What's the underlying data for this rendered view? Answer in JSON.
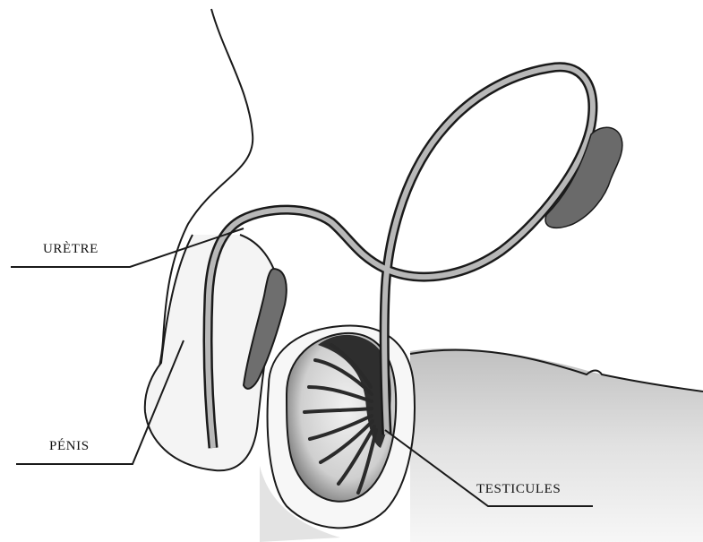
{
  "labels": {
    "uretre": "URÈTRE",
    "penis": "PÉNIS",
    "testicules": "TESTICULES"
  },
  "colors": {
    "ink": "#1a1a1a",
    "shade": "#9a9a9a",
    "shade_light": "#cfcfcf",
    "dark": "#3a3a3a"
  }
}
